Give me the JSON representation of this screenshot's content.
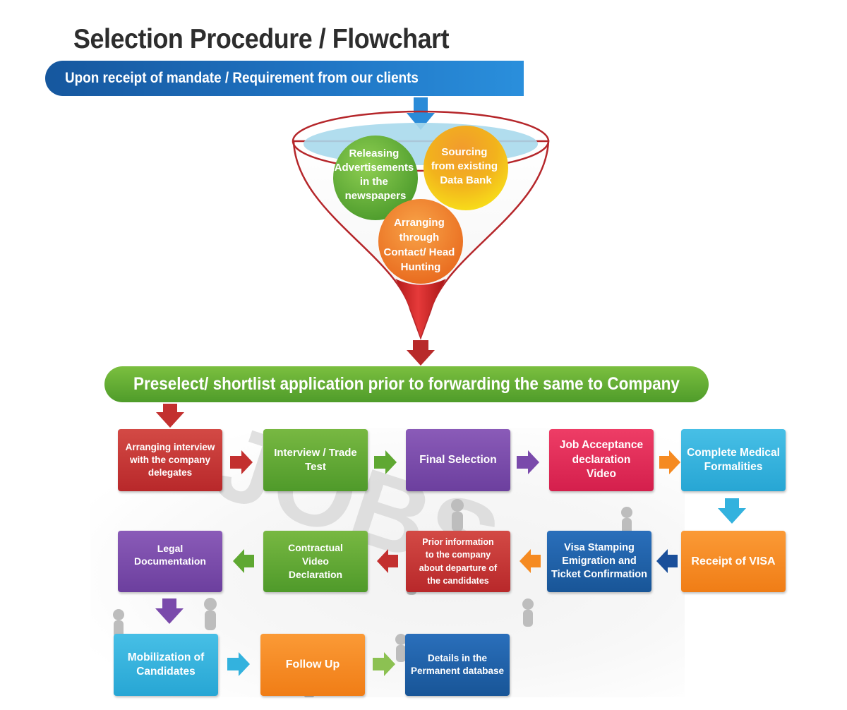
{
  "title": "Selection Procedure / Flowchart",
  "top_banner": "Upon receipt of mandate / Requirement from our clients",
  "funnel": {
    "circle_advertisements": [
      "Releasing",
      "Advertisements",
      "in the",
      "newspapers"
    ],
    "circle_data_bank": [
      "Sourcing",
      "from existing",
      "Data Bank"
    ],
    "circle_head_hunting": [
      "Arranging",
      "through",
      "Contact/ Head",
      "Hunting"
    ]
  },
  "shortlist_banner": "Preselect/ shortlist application prior to forwarding the same to Company",
  "steps": {
    "arranging_interview": [
      "Arranging interview",
      "with the company",
      "delegates"
    ],
    "interview_trade_test": [
      "Interview / Trade",
      "Test"
    ],
    "final_selection": [
      "Final Selection"
    ],
    "job_acceptance": [
      "Job Acceptance",
      "declaration",
      "Video"
    ],
    "medical": [
      "Complete Medical",
      "Formalities"
    ],
    "receipt_visa": [
      "Receipt of VISA"
    ],
    "visa_stamping": [
      "Visa Stamping",
      "Emigration and",
      "Ticket Confirmation"
    ],
    "prior_information": [
      "Prior information",
      "to the company",
      "about departure of",
      "the candidates"
    ],
    "contractual_video": [
      "Contractual",
      "Video",
      "Declaration"
    ],
    "legal_documentation": [
      "Legal",
      "Documentation"
    ],
    "mobilization": [
      "Mobilization of",
      "Candidates"
    ],
    "follow_up": [
      "Follow Up"
    ],
    "permanent_database": [
      "Details in the",
      "Permanent database"
    ]
  },
  "colors": {
    "red": "#c3302f",
    "green": "#5fa832",
    "purple": "#7a4aab",
    "pink": "#e32c58",
    "cyan": "#33b2de",
    "orange": "#f58a21",
    "blue": "#1f61a8",
    "dark_blue": "#1a4f9a"
  }
}
